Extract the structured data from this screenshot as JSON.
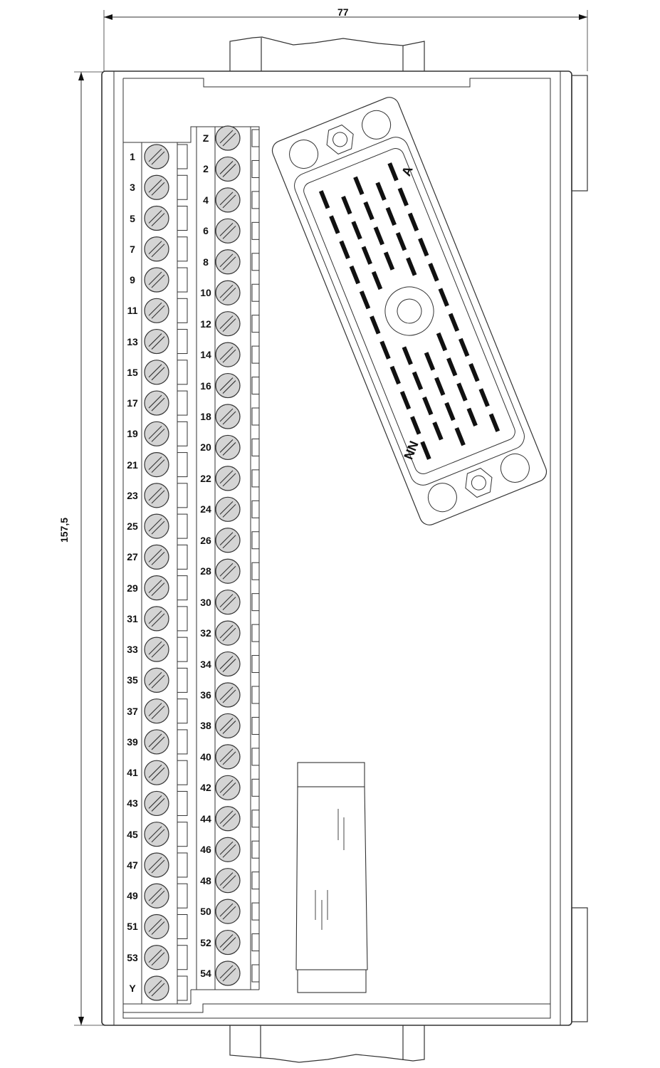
{
  "dimensions": {
    "width_label": "77",
    "height_label": "157,5"
  },
  "terminal_block_left": {
    "labels": [
      "1",
      "3",
      "5",
      "7",
      "9",
      "11",
      "13",
      "15",
      "17",
      "19",
      "21",
      "23",
      "25",
      "27",
      "29",
      "31",
      "33",
      "35",
      "37",
      "39",
      "41",
      "43",
      "45",
      "47",
      "49",
      "51",
      "53",
      "Y"
    ]
  },
  "terminal_block_right": {
    "labels": [
      "Z",
      "2",
      "4",
      "6",
      "8",
      "10",
      "12",
      "14",
      "16",
      "18",
      "20",
      "22",
      "24",
      "26",
      "28",
      "30",
      "32",
      "34",
      "36",
      "38",
      "40",
      "42",
      "44",
      "46",
      "48",
      "50",
      "52",
      "54"
    ]
  },
  "connector": {
    "first_pin_label": "A",
    "last_pin_label": "NN"
  },
  "colors": {
    "line": "#333333",
    "screw_fill": "#d4d4d4",
    "pin": "#111111"
  }
}
